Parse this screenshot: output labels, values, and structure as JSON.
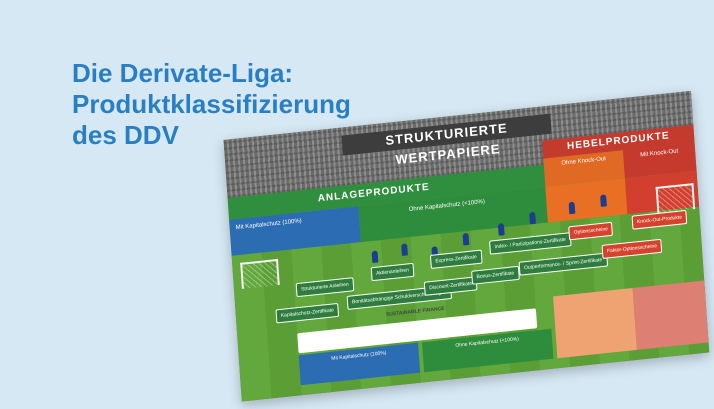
{
  "headline": {
    "line1": "Die Derivate-Liga:",
    "line2": "Produktklassifizierung",
    "line3": "des DDV"
  },
  "poster": {
    "title": "STRUKTURIERTE WERTPAPIERE",
    "hebel": "HEBELPRODUKTE",
    "anlage": "ANLAGEPRODUKTE",
    "ohne_ko": "Ohne Knock-Out",
    "mit_ko": "Mit Knock-Out",
    "mit_kap": "Mit Kapitalschutz (100%)",
    "ohne_kap": "Ohne Kapitalschutz (<100%)",
    "products": {
      "p1": "Strukturierte Anleihen",
      "p2": "Aktienanleihen",
      "p3": "Express-Zertifikate",
      "p4": "Index- / Partizipations-Zertifikate",
      "p5": "Optionsscheine",
      "p6": "Knock-Out-Produkte",
      "p7": "Kapitalschutz-Zertifikate",
      "p8": "Bonitätsabhängige Schuldverschreibungen",
      "p9": "Discount-Zertifikate",
      "p10": "Bonus-Zertifikate",
      "p11": "Outperformance- / Sprint-Zertifikate",
      "p12": "Faktor-Optionsscheine"
    },
    "sustainable": "SUSTAINABLE FINANCE",
    "bottom_blue": "Mit Kapitalschutz (100%)",
    "bottom_green": "Ohne Kapitalschutz (<100%)"
  },
  "colors": {
    "headline": "#2a7fc3",
    "background": "#d6e8f4"
  }
}
